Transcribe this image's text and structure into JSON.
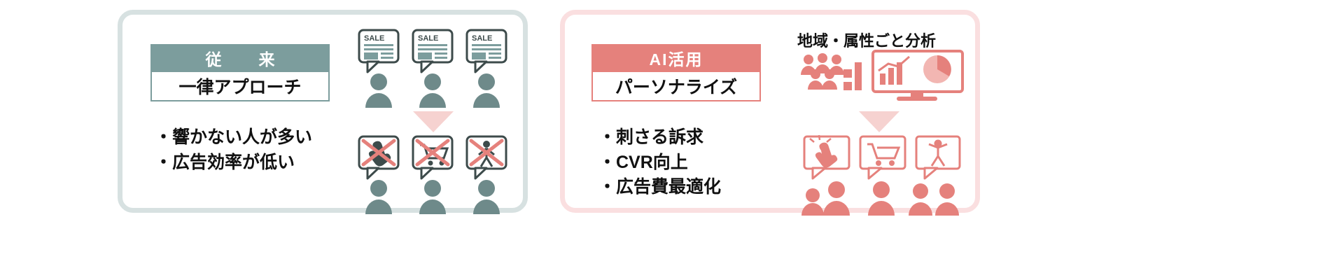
{
  "left_panel": {
    "header_title": "従　来",
    "header_subtitle": "一律アプローチ",
    "bullets": [
      "・響かない人が多い",
      "・広告効率が低い"
    ],
    "accent_color": "#7c9d9d",
    "border_color": "#d7e1e1",
    "top_icons": [
      {
        "name": "sale-flyer-bubble-1",
        "label": "SALE"
      },
      {
        "name": "sale-flyer-bubble-2",
        "label": "SALE"
      },
      {
        "name": "sale-flyer-bubble-3",
        "label": "SALE"
      }
    ],
    "bottom_icons": [
      {
        "name": "crossed-out-click-bubble",
        "label": ""
      },
      {
        "name": "crossed-out-cart-bubble",
        "label": ""
      },
      {
        "name": "crossed-out-person-bubble",
        "label": ""
      }
    ],
    "arrow": {
      "name": "down-arrow",
      "color": "#f6d2d0"
    }
  },
  "right_panel": {
    "header_title": "AI活用",
    "header_subtitle": "パーソナライズ",
    "bullets": [
      "・刺さる訴求",
      "・CVR向上",
      "・広告費最適化"
    ],
    "accent_color": "#e5817c",
    "border_color": "#fadfe0",
    "top_label": "地域・属性ごと分析",
    "top_icons": [
      {
        "name": "people-group-chart-icon",
        "label": ""
      },
      {
        "name": "analytics-monitor-icon",
        "label": ""
      }
    ],
    "bottom_icons": [
      {
        "name": "click-hand-bubble",
        "label": ""
      },
      {
        "name": "shopping-cart-bubble",
        "label": ""
      },
      {
        "name": "happy-person-bubble",
        "label": ""
      }
    ],
    "arrow": {
      "name": "down-arrow",
      "color": "#f6d2d0"
    }
  }
}
